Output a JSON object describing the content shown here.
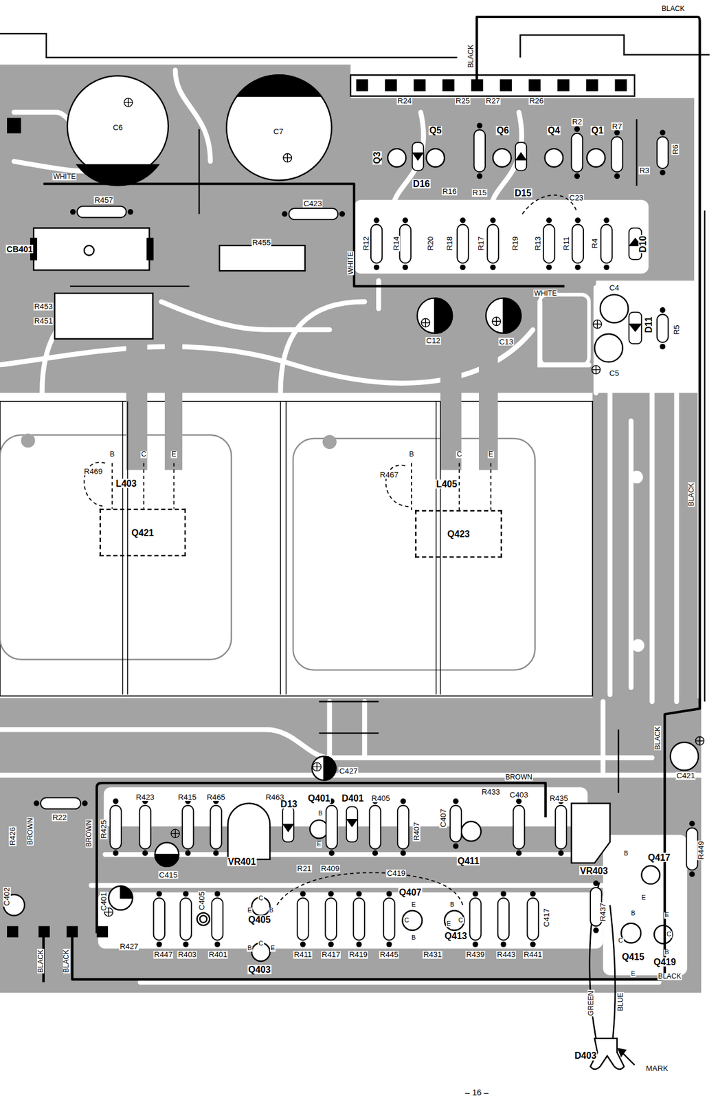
{
  "diagram": {
    "nodes": [
      {
        "text": [
          "Q421"
        ]
      },
      {
        "text": [
          "Q423"
        ]
      }
    ],
    "labels": [
      "BLACK",
      "BLACK",
      "C6",
      "C7",
      "WHITE",
      "R457",
      "C423",
      "CB401",
      "R455",
      "WHITE",
      "R453",
      "R451",
      "R24",
      "R25",
      "R27",
      "R26",
      "Q5",
      "Q6",
      "Q4",
      "R2",
      "Q1",
      "R7",
      "Q3",
      "D16",
      "R16",
      "R15",
      "D15",
      "C23",
      "R3",
      "R6",
      "R12",
      "R14",
      "R20",
      "R18",
      "R17",
      "R19",
      "R13",
      "R11",
      "R4",
      "D10",
      "WHITE",
      "C4",
      "C12",
      "C13",
      "D11",
      "R5",
      "C5",
      "B",
      "C",
      "E",
      "R469",
      "L403",
      "B",
      "C",
      "E",
      "R467",
      "L405",
      "BLACK",
      "BLACK",
      "C427",
      "C421",
      "BROWN",
      "R423",
      "R415",
      "R465",
      "R463",
      "D13",
      "Q401",
      "D401",
      "R405",
      "R433",
      "C403",
      "R435",
      "R426",
      "BROWN",
      "R22",
      "BROWN",
      "R425",
      "C415",
      "VR401",
      "R21",
      "R409",
      "C419",
      "R407",
      "C407",
      "Q411",
      "VR403",
      "Q417",
      "R449",
      "C402",
      "C401",
      "C405",
      "Q405",
      "Q407",
      "Q413",
      "C417",
      "R437",
      "Q415",
      "Q419",
      "R427",
      "R447",
      "R403",
      "R401",
      "Q403",
      "R411",
      "R417",
      "R419",
      "R445",
      "R431",
      "R439",
      "R443",
      "R441",
      "BLACK",
      "BLACK",
      "BLACK",
      "GREEN",
      "BLUE",
      "D403",
      "MARK",
      "– 16 –",
      "C",
      "E",
      "B",
      "B",
      "C",
      "E",
      "B",
      "E",
      "B",
      "C",
      "E",
      "E",
      "C",
      "B",
      "E",
      "C",
      "B",
      "B",
      "C",
      "E",
      "B",
      "E"
    ]
  }
}
